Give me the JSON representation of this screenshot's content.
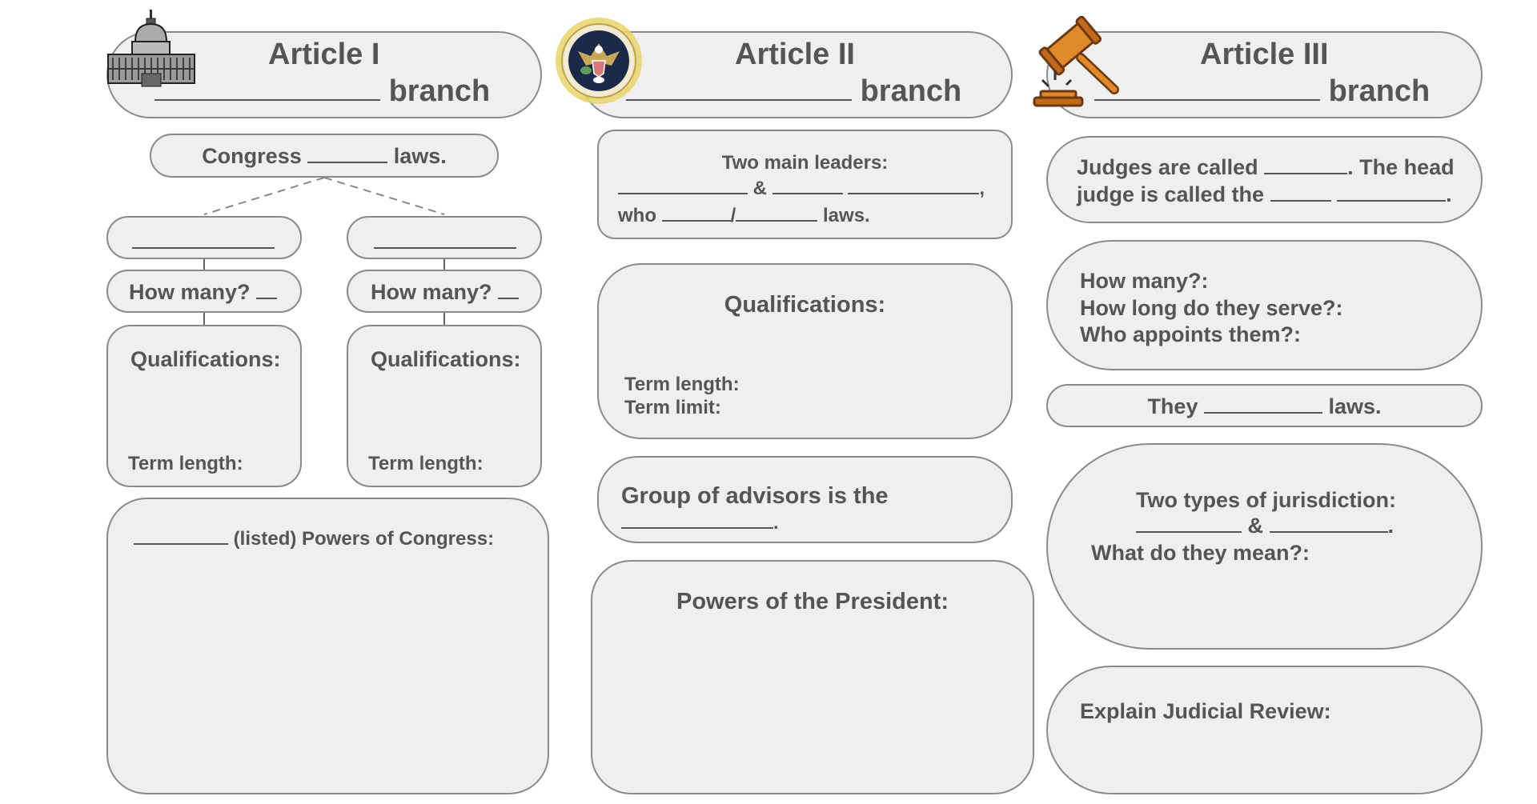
{
  "article1": {
    "title": "Article I",
    "branch_label": "branch",
    "icon": "capitol-building-icon",
    "congress_prefix": "Congress",
    "congress_suffix": "laws.",
    "chambers": [
      {
        "how_many": "How many?",
        "qualifications": "Qualifications:",
        "term_length": "Term length:"
      },
      {
        "how_many": "How many?",
        "qualifications": "Qualifications:",
        "term_length": "Term length:"
      }
    ],
    "powers_label": "(listed) Powers of Congress:"
  },
  "article2": {
    "title": "Article II",
    "branch_label": "branch",
    "icon": "presidential-seal-icon",
    "leaders_title": "Two main leaders:",
    "leaders_amp": "&",
    "leaders_comma": ",",
    "leaders_who": "who",
    "leaders_slash": "/",
    "leaders_laws": "laws.",
    "qualifications": "Qualifications:",
    "term_length": "Term length:",
    "term_limit": "Term limit:",
    "advisors": "Group of advisors is the",
    "advisors_period": ".",
    "powers": "Powers of the President:"
  },
  "article3": {
    "title": "Article III",
    "branch_label": "branch",
    "icon": "gavel-icon",
    "judges_line1_a": "Judges are called",
    "judges_line1_b": ". The head",
    "judges_line2": "judge is called the",
    "judges_period": ".",
    "how_many": "How many?:",
    "how_long": "How long do they serve?:",
    "who_appoints": "Who appoints them?:",
    "they_prefix": "They",
    "they_suffix": "laws.",
    "jurisdiction_title": "Two types of jurisdiction:",
    "jurisdiction_amp": "&",
    "jurisdiction_period": ".",
    "jurisdiction_meaning": "What do they mean?:",
    "judicial_review": "Explain Judicial Review:"
  },
  "colors": {
    "box_fill": "#efefef",
    "box_border": "#8a8a8a",
    "text": "#555555",
    "gavel": "#e08a2c",
    "seal_navy": "#1c2a4a",
    "seal_gold": "#e8d36a"
  }
}
